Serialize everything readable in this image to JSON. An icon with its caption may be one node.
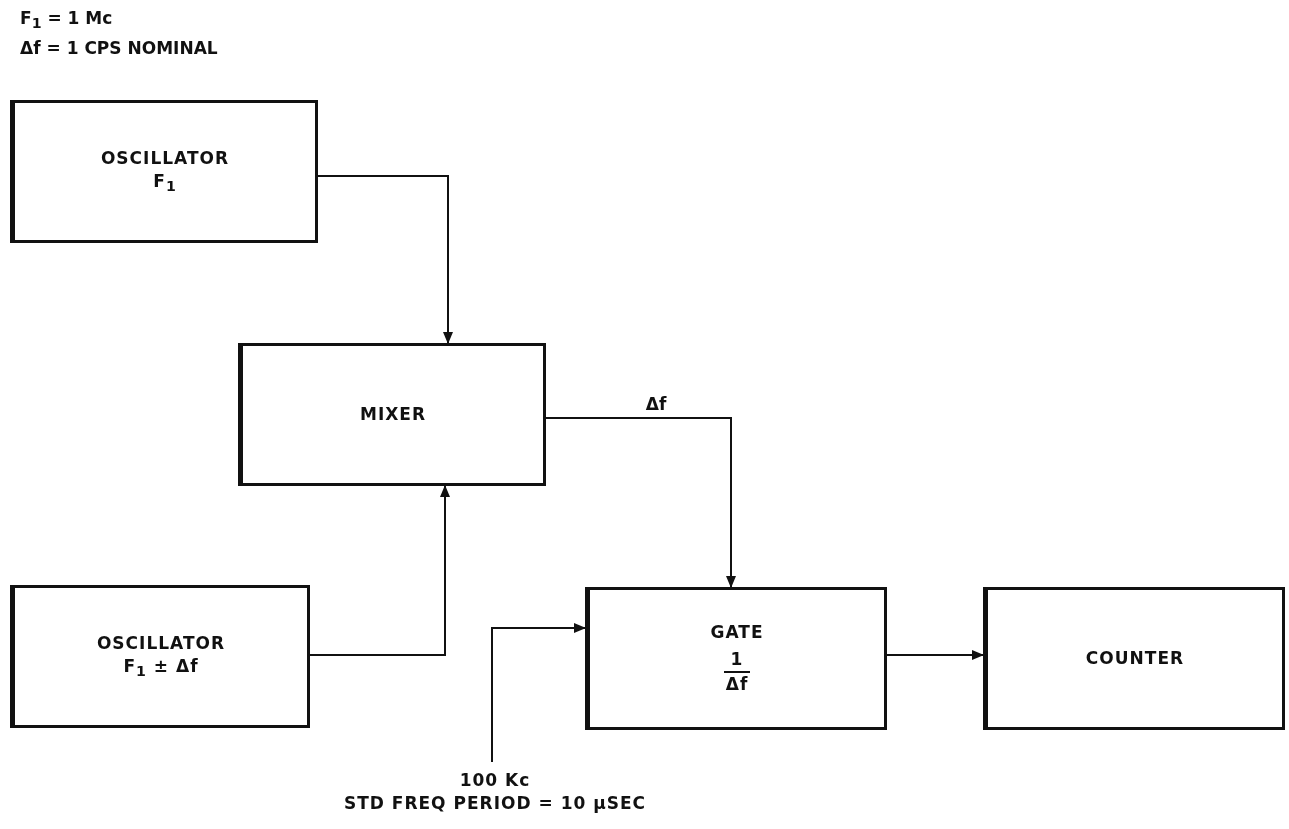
{
  "diagram": {
    "nodes": [
      {
        "text": [
          "OSCILLATOR",
          "F$_{1}$"
        ]
      },
      {
        "text": [
          "MIXER"
        ]
      },
      {
        "text": [
          "OSCILLATOR",
          "F$_{1}$ ± Δf"
        ]
      },
      {
        "text": [
          "GATE",
          "1",
          "Δf"
        ]
      },
      {
        "text": [
          "COUNTER"
        ]
      },
      {
        "text": [
          "100 Kc",
          "STD FREQ PERIOD = 10 μSEC"
        ]
      }
    ],
    "edges": [
      {
        "from": 0,
        "to": 1,
        "arrow": "to"
      },
      {
        "from": 2,
        "to": 1,
        "arrow": "to"
      },
      {
        "from": 1,
        "to": 3,
        "arrow": "to",
        "label": "Δf"
      },
      {
        "from": 5,
        "to": 3,
        "arrow": "to"
      },
      {
        "from": 3,
        "to": 4,
        "arrow": "to"
      }
    ],
    "labels": [
      "F$_{1}$ = 1 Mc",
      "Δf = 1 CPS NOMINAL"
    ]
  }
}
